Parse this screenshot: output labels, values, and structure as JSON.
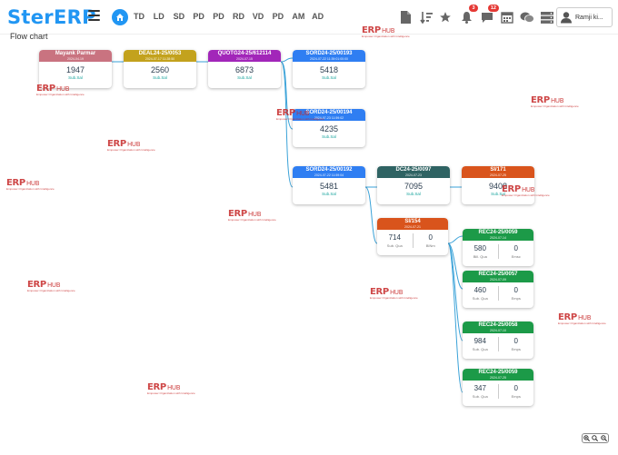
{
  "app": {
    "name": "SterERP"
  },
  "nav": {
    "tabs": [
      "TD",
      "LD",
      "SD",
      "PD",
      "PD",
      "RD",
      "VD",
      "PD",
      "AM",
      "AD"
    ]
  },
  "notifications": {
    "alerts": "3",
    "messages": "12"
  },
  "user": {
    "name": "Ramji ki..."
  },
  "page": {
    "title": "Flow chart"
  },
  "colors": {
    "brand": "#2196f3",
    "rose": "#c97380",
    "olive": "#c3a21d",
    "purple": "#a226b9",
    "blue": "#2f7ef2",
    "teal": "#2f6363",
    "orange": "#d9541c",
    "green": "#1c9a48",
    "link": "#3aa2d8"
  },
  "watermark": {
    "brand": "ERP",
    "hub": "HUB",
    "tagline": "Empower Organization with Intelligence"
  },
  "nodes": {
    "n1": {
      "title": "Mayank Parmar",
      "sub": "2024-04-19",
      "value": "1947",
      "label": "Sub.Sal"
    },
    "n2": {
      "title": "DEAL24-25/0053",
      "sub": "2024-07-17 11:28:50",
      "value": "2560",
      "label": "Sub.Sal"
    },
    "n3": {
      "title": "QUOTG24-25/612114",
      "sub": "2024-07-15",
      "value": "6873",
      "label": "Sub.Sal"
    },
    "n4": {
      "title": "SORD24-25/00193",
      "sub": "2024-07-22 11:39:01:00:00",
      "value": "5418",
      "label": "Sub.Sal"
    },
    "n5": {
      "title": "SORD24-25/00194",
      "sub": "2024-07-23 11:59:02",
      "value": "4235",
      "label": "Sub.Sal"
    },
    "n6": {
      "title": "SORD24-25/00192",
      "sub": "2024-07-22 11:59:04",
      "value": "5481",
      "label": "Sub.Sal"
    },
    "n7": {
      "title": "DC24-25/0097",
      "sub": "2024-07-23",
      "value": "7095",
      "label": "Sub.Sal"
    },
    "n8": {
      "title": "SI/171",
      "sub": "2024-07-25",
      "value": "9408",
      "label": "Sub.Sal"
    },
    "n9": {
      "title": "SI/154",
      "sub": "2024-07-21",
      "v1": "714",
      "l1": "Sub. Qua",
      "v2": "0",
      "l2": "BINm"
    },
    "r1": {
      "title": "REC24-25/0059",
      "sub": "2024-07-14",
      "v1": "580",
      "l1": "Bill. Qua",
      "v2": "0",
      "l2": "Emsc"
    },
    "r2": {
      "title": "REC24-25/0057",
      "sub": "2024-07-09",
      "v1": "460",
      "l1": "Sub. Qua",
      "v2": "0",
      "l2": "Emps"
    },
    "r3": {
      "title": "REC24-25/0058",
      "sub": "2024-07-10",
      "v1": "984",
      "l1": "Sub. Qua",
      "v2": "0",
      "l2": "Emps"
    },
    "r4": {
      "title": "REC24-25/0059",
      "sub": "2024-07-25",
      "v1": "347",
      "l1": "Sub. Qua",
      "v2": "0",
      "l2": "Emps"
    }
  }
}
